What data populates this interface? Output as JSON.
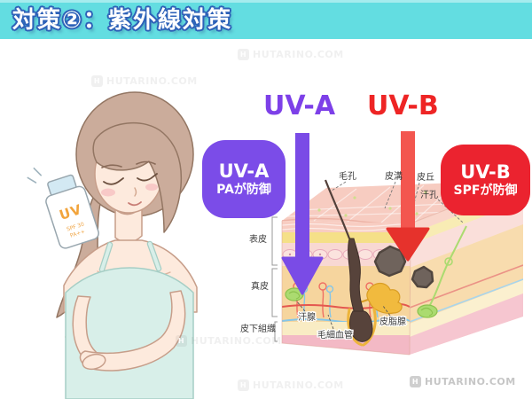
{
  "header": {
    "title": "対策②：紫外線対策"
  },
  "colors": {
    "banner_teal": "#63dde1",
    "uv_a_purple": "#7b4ce8",
    "uv_b_red": "#eb232f"
  },
  "uv_a": {
    "title": "UV-A",
    "box_line1": "UV-A",
    "box_line2": "PAが防御"
  },
  "uv_b": {
    "title": "UV-B",
    "box_line1": "UV-B",
    "box_line2": "SPFが防御"
  },
  "skin_labels": {
    "mouko": "毛孔",
    "hikou": "皮溝",
    "hikyuu": "皮丘",
    "kankou": "汗孔",
    "hyouhi": "表皮",
    "shinpi": "真皮",
    "hikasoshiki": "皮下組織",
    "kansen": "汗腺",
    "mousaikekkan": "毛細血管",
    "hishisen": "皮脂腺"
  },
  "bottle": {
    "label": "UV",
    "sub1": "SPF 30",
    "sub2": "PA++"
  },
  "watermark": {
    "text": "HUTARINO.COM",
    "icon": "H"
  }
}
